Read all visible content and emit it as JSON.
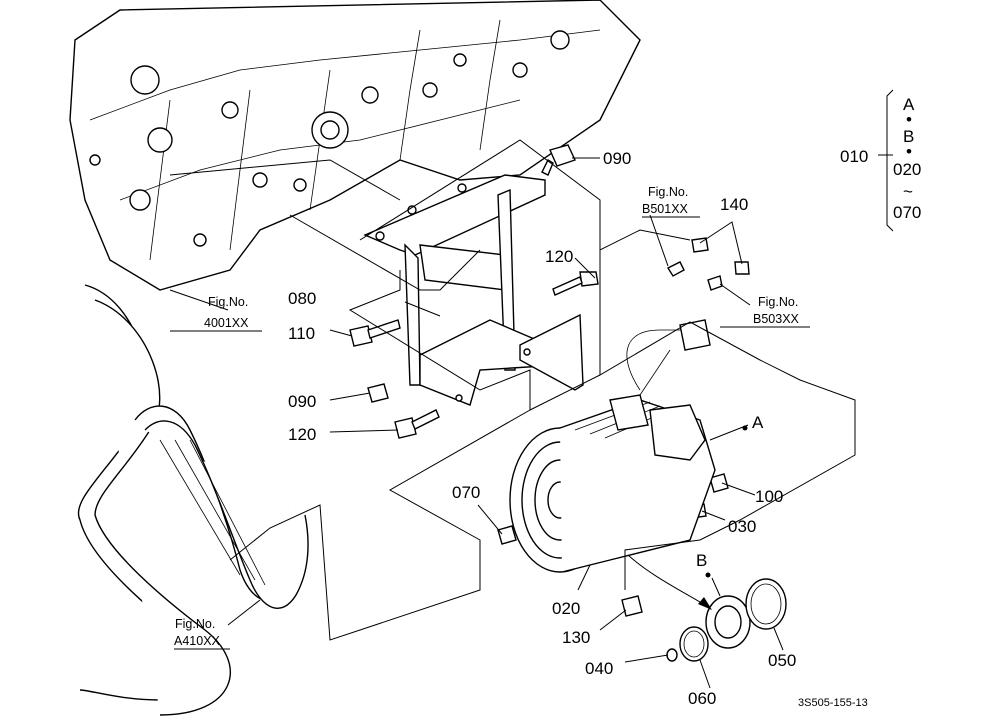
{
  "callouts": {
    "c010": "010",
    "c020a": "020",
    "c070a": "070",
    "c090a": "090",
    "c090b": "090",
    "c080": "080",
    "c110": "110",
    "c120a": "120",
    "c120b": "120",
    "c140": "140",
    "c070b": "070",
    "c100": "100",
    "c030": "030",
    "c020b": "020",
    "c130": "130",
    "c040": "040",
    "c060": "060",
    "c050": "050"
  },
  "group_letters": {
    "a": "A",
    "dot1": "•",
    "b": "B",
    "dot2": "•",
    "tilde": "~"
  },
  "markers": {
    "a": "A",
    "b": "B"
  },
  "fig_refs": [
    {
      "label": "Fig.No.",
      "number": "4001XX"
    },
    {
      "label": "Fig.No.",
      "number": "B501XX"
    },
    {
      "label": "Fig.No.",
      "number": "B503XX"
    },
    {
      "label": "Fig.No.",
      "number": "A410XX"
    }
  ],
  "drawing_code": "3S505-155-13"
}
